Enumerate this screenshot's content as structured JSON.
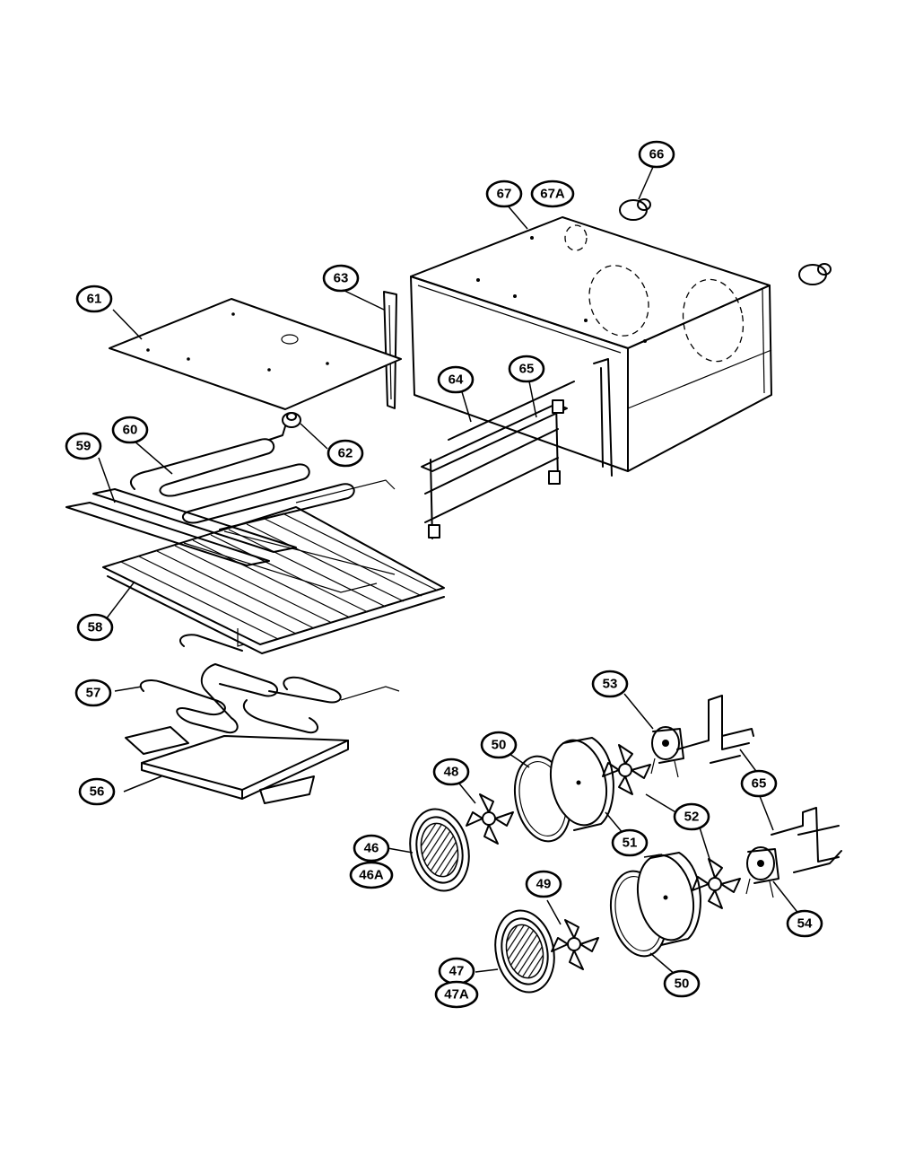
{
  "diagram": {
    "callouts": [
      {
        "id": "c66",
        "label": "66"
      },
      {
        "id": "c67",
        "label": "67"
      },
      {
        "id": "c67a",
        "label": "67A"
      },
      {
        "id": "c63",
        "label": "63"
      },
      {
        "id": "c61",
        "label": "61"
      },
      {
        "id": "c64",
        "label": "64"
      },
      {
        "id": "c65a",
        "label": "65"
      },
      {
        "id": "c60",
        "label": "60"
      },
      {
        "id": "c62",
        "label": "62"
      },
      {
        "id": "c59",
        "label": "59"
      },
      {
        "id": "c58",
        "label": "58"
      },
      {
        "id": "c53",
        "label": "53"
      },
      {
        "id": "c57",
        "label": "57"
      },
      {
        "id": "c50a",
        "label": "50"
      },
      {
        "id": "c65b",
        "label": "65"
      },
      {
        "id": "c48",
        "label": "48"
      },
      {
        "id": "c56",
        "label": "56"
      },
      {
        "id": "c52",
        "label": "52"
      },
      {
        "id": "c51",
        "label": "51"
      },
      {
        "id": "c46",
        "label": "46"
      },
      {
        "id": "c46a",
        "label": "46A"
      },
      {
        "id": "c49",
        "label": "49"
      },
      {
        "id": "c54",
        "label": "54"
      },
      {
        "id": "c47",
        "label": "47"
      },
      {
        "id": "c47a",
        "label": "47A"
      },
      {
        "id": "c50b",
        "label": "50"
      }
    ]
  }
}
